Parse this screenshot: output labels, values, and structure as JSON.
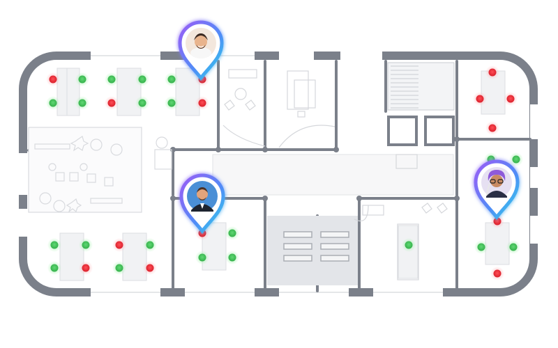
{
  "colors": {
    "wall": "#7b808a",
    "floor": "#ffffff",
    "furniture": "#e9eaec",
    "furniture_stroke": "#d5d7db",
    "seat_free": "#3fbe55",
    "seat_taken": "#e8323c",
    "pin_glow": "#8a5cf6",
    "pin_glow2": "#35c8e8"
  },
  "seat_legend": {
    "free": "seat-available",
    "taken": "seat-occupied"
  },
  "people_pins": [
    {
      "id": "person-bearded-man",
      "icon": "avatar-bearded-man-icon"
    },
    {
      "id": "person-suit-man",
      "icon": "avatar-suit-man-icon"
    },
    {
      "id": "person-purple-hair",
      "icon": "avatar-purple-hair-icon"
    }
  ]
}
